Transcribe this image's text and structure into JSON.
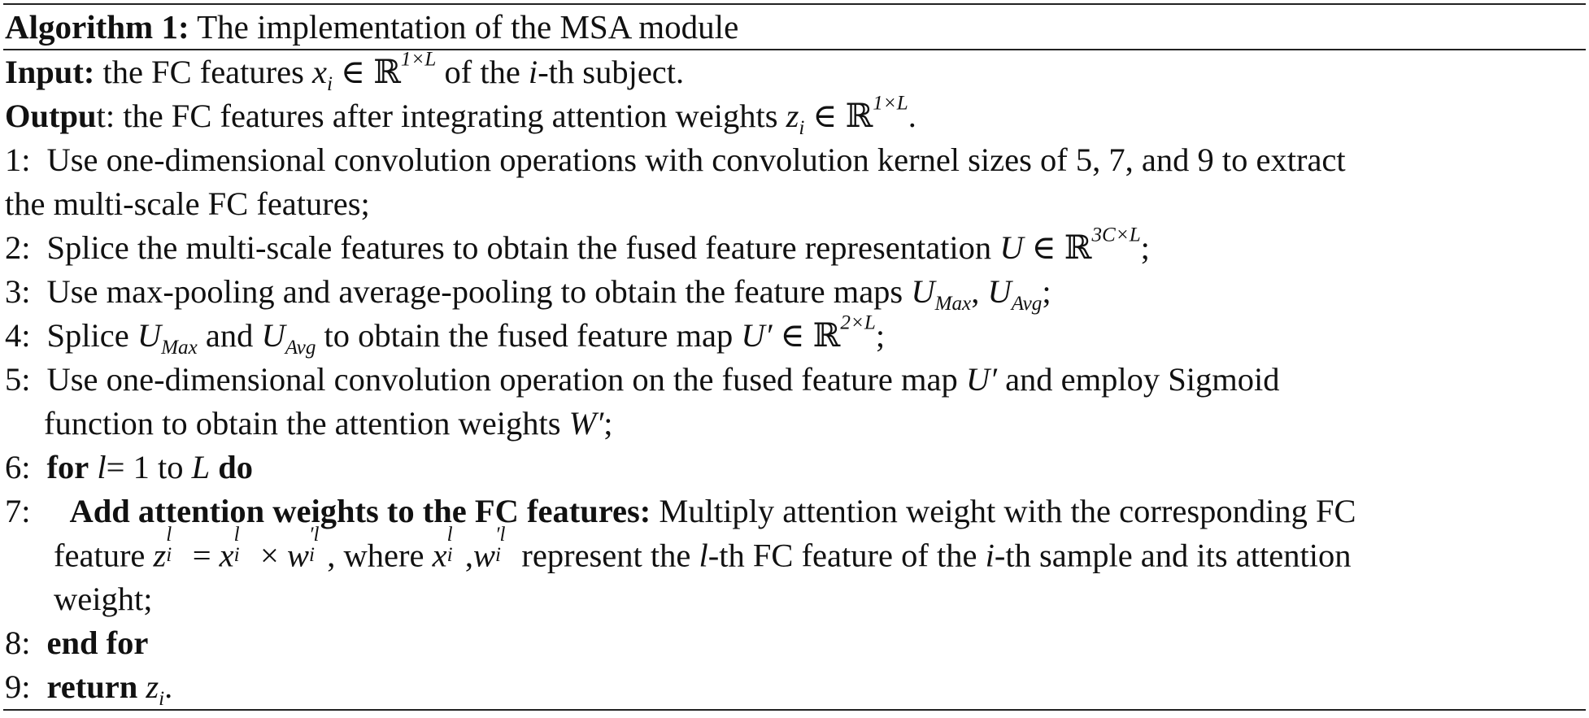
{
  "caption": {
    "label": "Algorithm 1:",
    "title": "The implementation of the MSA module"
  },
  "input": {
    "label": "Input:",
    "text_a": "the FC features",
    "var": "x",
    "var_sub": "i",
    "member": "∈ ℝ",
    "dims": "1×L",
    "text_b": "of the",
    "text_c": "-th subject.",
    "i_var": "i"
  },
  "output": {
    "label_bold": "Outpu",
    "label_rest": "t:",
    "text_a": "the FC features after integrating attention weights",
    "var": "z",
    "var_sub": "i",
    "member": "∈ ℝ",
    "dims": "1×L",
    "end": "."
  },
  "steps": {
    "s1": {
      "num": "1:",
      "text": "Use one-dimensional convolution operations with convolution kernel sizes of 5, 7, and 9 to extract",
      "cont": "the multi-scale FC features;"
    },
    "s2": {
      "num": "2:",
      "text": "Splice the multi-scale features to obtain the fused feature representation",
      "var": "U",
      "member": "∈ ℝ",
      "dims": "3C×L",
      "end": ";"
    },
    "s3": {
      "num": "3:",
      "text": "Use max-pooling and average-pooling to obtain the feature maps",
      "var1": "U",
      "sub1": "Max",
      "sep": ",",
      "var2": "U",
      "sub2": "Avg",
      "end": ";"
    },
    "s4": {
      "num": "4:",
      "text_a": "Splice",
      "var1": "U",
      "sub1": "Max",
      "text_b": "and",
      "var2": "U",
      "sub2": "Avg",
      "text_c": "to obtain the fused feature map",
      "var3": "U′",
      "member": "∈ ℝ",
      "dims": "2×L",
      "end": ";"
    },
    "s5": {
      "num": "5:",
      "text_a": "Use one-dimensional convolution operation on the fused feature map",
      "var": "U′",
      "text_b": "and employ Sigmoid",
      "cont_a": "function to obtain the attention weights",
      "cont_var": "W′",
      "end": ";"
    },
    "s6": {
      "num": "6:",
      "kw_for": "for",
      "var": "l",
      "eq": "= 1",
      "to": "to",
      "upper": "L",
      "kw_do": "do"
    },
    "s7": {
      "num": "7:",
      "bold": "Add attention weights to the FC features:",
      "text_a": "Multiply attention weight with the corresponding FC",
      "cont_a": "feature",
      "z": "z",
      "z_sup": "l",
      "z_sub": "i",
      "eq": "=",
      "x": "x",
      "x_sup": "l",
      "x_sub": "i",
      "times": "×",
      "w": "w",
      "w_sup": "′l",
      "w_sub": "i",
      "cont_b": ", where",
      "x2": "x",
      "x2_sup": "l",
      "x2_sub": "i",
      "comma": ",",
      "w2": "w",
      "w2_sup": "′l",
      "w2_sub": "i",
      "cont_c": "represent the",
      "l_var": "l",
      "cont_d": "-th FC feature of the",
      "i_var": "i",
      "cont_e": "-th sample and its attention",
      "cont2": "weight;"
    },
    "s8": {
      "num": "8:",
      "kw": "end for"
    },
    "s9": {
      "num": "9:",
      "kw": "return",
      "var": "z",
      "var_sub": "i",
      "end": "."
    }
  }
}
